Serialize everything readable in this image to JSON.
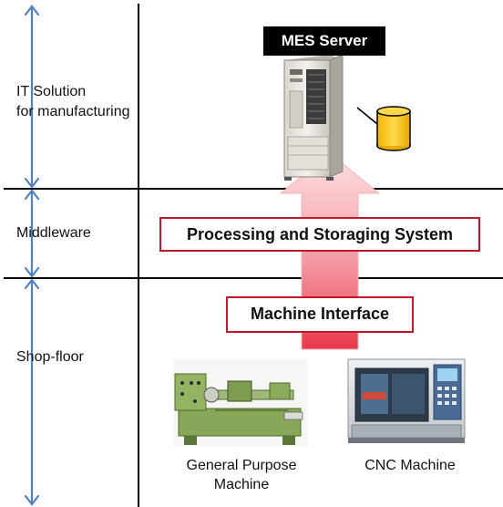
{
  "layers": {
    "it_solution": "IT Solution\nfor manufacturing",
    "middleware": "Middleware",
    "shop_floor": "Shop-floor"
  },
  "server": {
    "title": "MES Server"
  },
  "boxes": {
    "processing": "Processing and Storaging System",
    "interface": "Machine Interface"
  },
  "machines": {
    "general": "General Purpose\nMachine",
    "cnc": "CNC Machine"
  },
  "colors": {
    "divider": "#000000",
    "span_arrow": "#4f81bd",
    "box_border": "#c0182b",
    "flow_arrow_top": "#f7b9be",
    "flow_arrow_bottom": "#e8394b",
    "database": "#f5c300"
  }
}
